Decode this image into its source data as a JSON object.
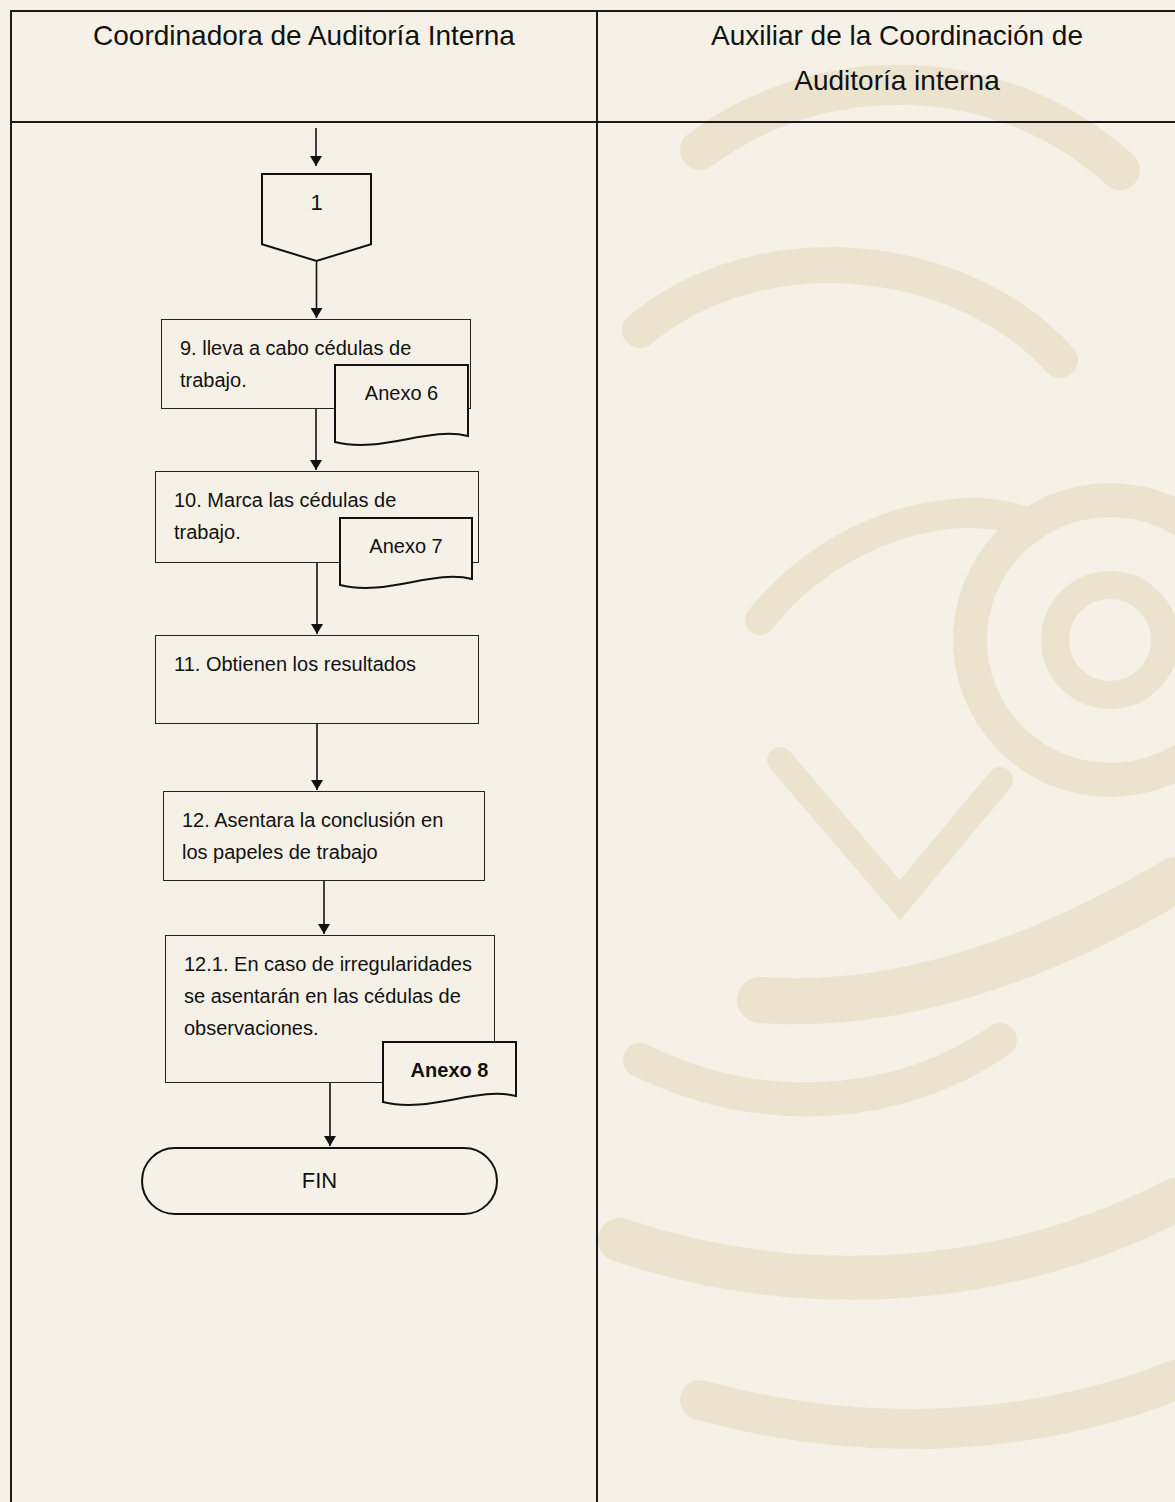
{
  "diagram": {
    "nodes": [
      {
        "text": [
          "Coordinadora de Auditoría Interna"
        ]
      },
      {
        "text": [
          "Auxiliar de la Coordinación de Auditoría interna"
        ]
      },
      {
        "text": [
          "1"
        ],
        "in": 0
      },
      {
        "text": [
          "9. lleva a cabo cédulas de trabajo."
        ],
        "in": 0
      },
      {
        "text": [
          "Anexo 6"
        ],
        "in": 0
      },
      {
        "text": [
          "10. Marca las cédulas de trabajo."
        ],
        "in": 0
      },
      {
        "text": [
          "Anexo 7"
        ],
        "in": 0
      },
      {
        "text": [
          "11. Obtienen los resultados"
        ],
        "in": 0
      },
      {
        "text": [
          "12. Asentara la conclusión en los papeles de trabajo"
        ],
        "in": 0
      },
      {
        "text": [
          "12.1. En caso de irregularidades se asentarán en las cédulas de observaciones."
        ],
        "in": 0
      },
      {
        "text": [
          "Anexo 8"
        ],
        "in": 0
      },
      {
        "text": [
          "FIN"
        ],
        "in": 0
      }
    ],
    "edges": [
      {
        "from": 2,
        "to": 3,
        "arrow": "to"
      },
      {
        "from": 3,
        "to": 5,
        "arrow": "to"
      },
      {
        "from": 5,
        "to": 7,
        "arrow": "to"
      },
      {
        "from": 7,
        "to": 8,
        "arrow": "to"
      },
      {
        "from": 8,
        "to": 9,
        "arrow": "to"
      },
      {
        "from": 9,
        "to": 11,
        "arrow": "to"
      }
    ]
  }
}
